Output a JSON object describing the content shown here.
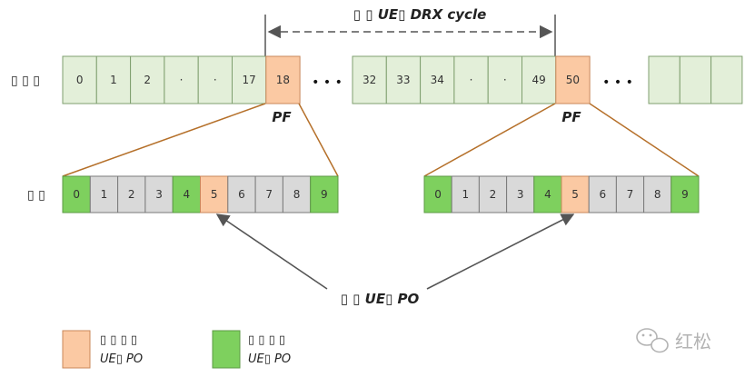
{
  "colors": {
    "frame_fill": "#e3efd9",
    "frame_stroke": "#7f9f6f",
    "pf_fill": "#fbc9a3",
    "pf_stroke": "#c8875a",
    "subframe_fill": "#d9d9d9",
    "subframe_stroke": "#7a7a7a",
    "green_fill": "#7ed05e",
    "funnel_line": "#b5702a",
    "arrow": "#555555"
  },
  "top": {
    "drx_label": "▯ ▯ UE▯ DRX cycle",
    "row_label": "▯ ▯ ▯",
    "pf_label_1": "PF",
    "pf_label_2": "PF",
    "ellipsis": "• • •",
    "group1_cells": [
      "0",
      "1",
      "2",
      "·",
      "·",
      "17",
      "18"
    ],
    "group2_cells": [
      "32",
      "33",
      "34",
      "·",
      "·",
      "49",
      "50"
    ],
    "group3_cells": [
      "",
      "",
      ""
    ]
  },
  "sub": {
    "row_label": "▯ ▯",
    "left_cells": [
      "0",
      "1",
      "2",
      "3",
      "4",
      "5",
      "6",
      "7",
      "8",
      "9"
    ],
    "right_cells": [
      "0",
      "1",
      "2",
      "3",
      "4",
      "5",
      "6",
      "7",
      "8",
      "9"
    ]
  },
  "po_label": "▯ ▯ UE▯ PO",
  "legend": {
    "item1_line1": "▯ ▯ ▯ ▯",
    "item1_line2": "UE▯ PO",
    "item2_line1": "▯ ▯ ▯ ▯",
    "item2_line2": "UE▯ PO"
  },
  "watermark": {
    "icon": "wechat-icon",
    "text": "红松"
  }
}
